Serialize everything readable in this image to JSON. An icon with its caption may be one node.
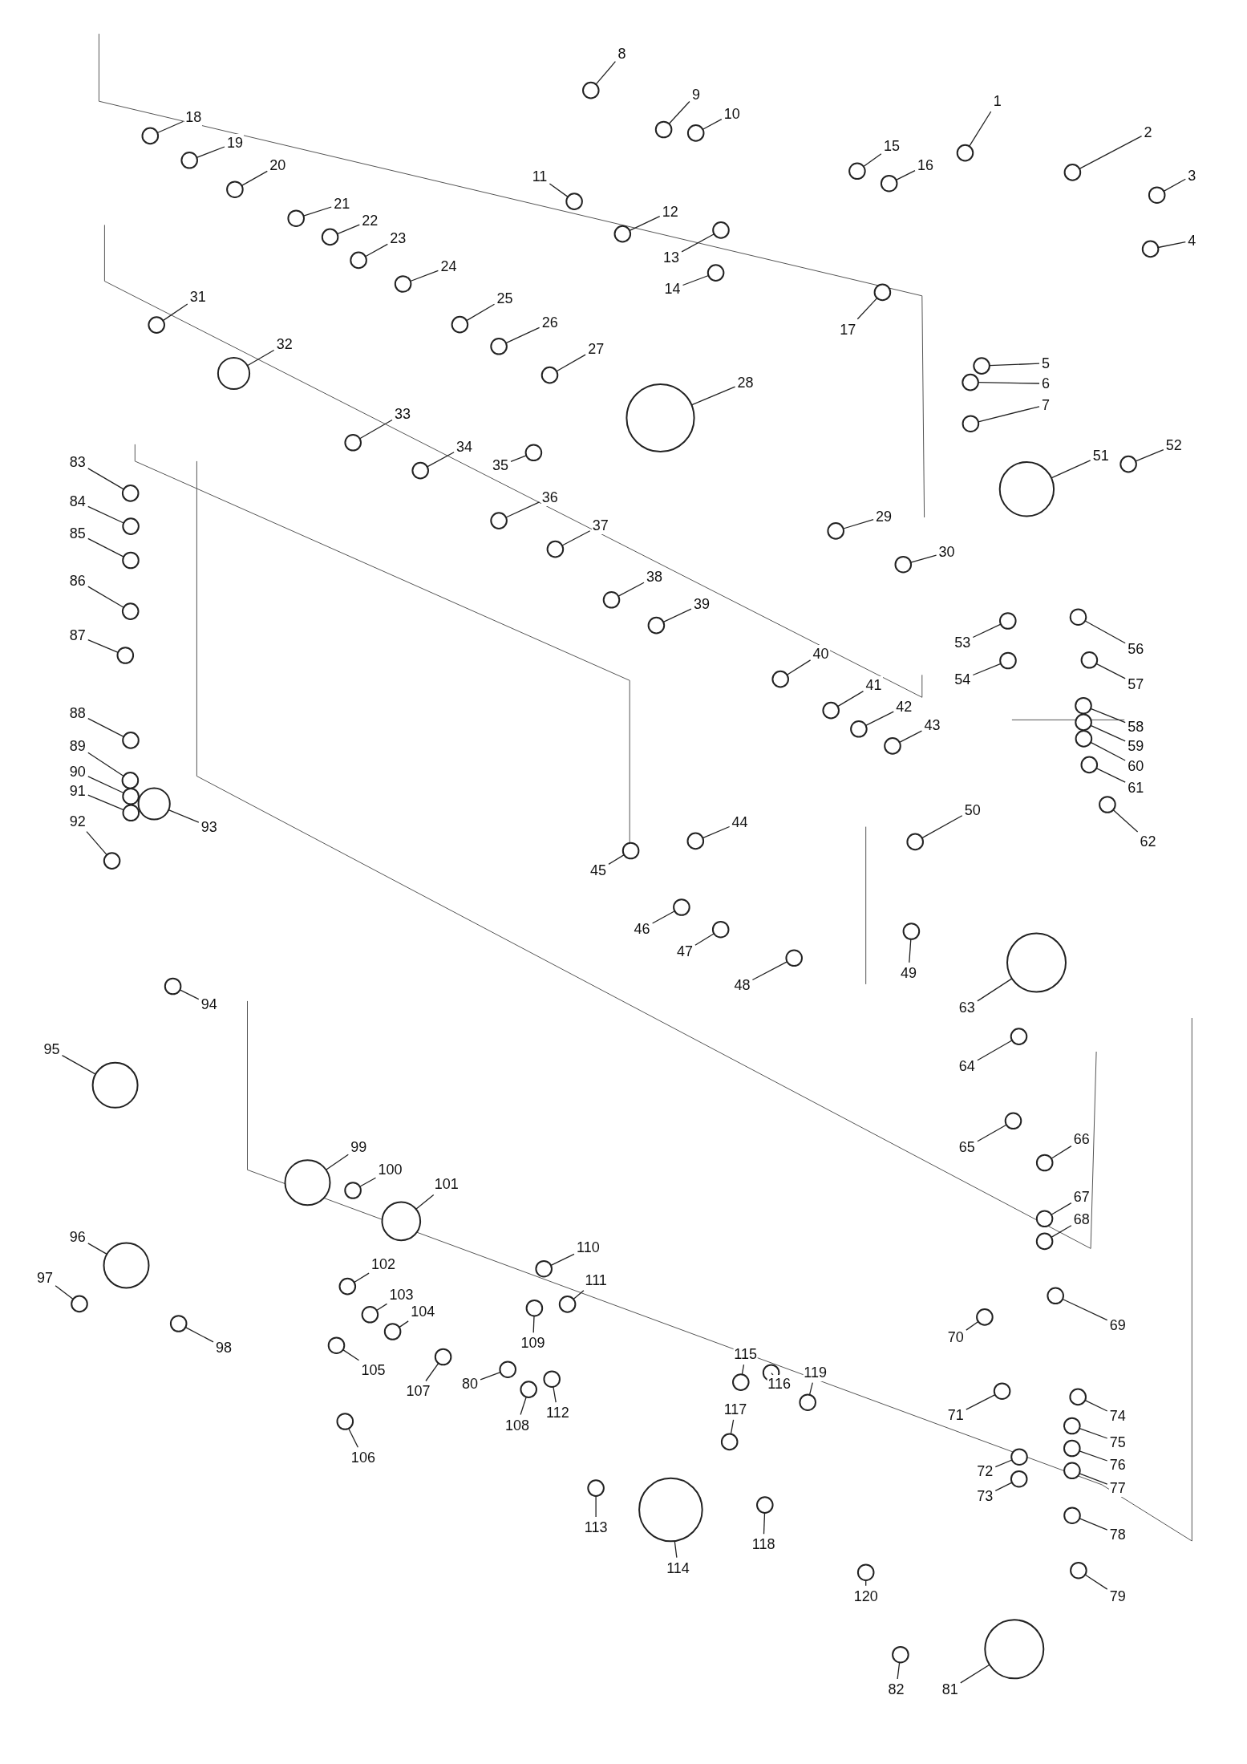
{
  "diagram": {
    "nodes": [
      {
        "text": [
          "1"
        ]
      },
      {
        "text": [
          "2"
        ]
      },
      {
        "text": [
          "3"
        ]
      },
      {
        "text": [
          "4"
        ]
      },
      {
        "text": [
          "5"
        ]
      },
      {
        "text": [
          "6"
        ]
      },
      {
        "text": [
          "7"
        ]
      },
      {
        "text": [
          "8"
        ]
      },
      {
        "text": [
          "9"
        ]
      },
      {
        "text": [
          "10"
        ]
      },
      {
        "text": [
          "11"
        ]
      },
      {
        "text": [
          "12"
        ]
      },
      {
        "text": [
          "13"
        ]
      },
      {
        "text": [
          "14"
        ]
      },
      {
        "text": [
          "15"
        ]
      },
      {
        "text": [
          "16"
        ]
      },
      {
        "text": [
          "17"
        ]
      },
      {
        "text": [
          "18"
        ]
      },
      {
        "text": [
          "19"
        ]
      },
      {
        "text": [
          "20"
        ]
      },
      {
        "text": [
          "21"
        ]
      },
      {
        "text": [
          "22"
        ]
      },
      {
        "text": [
          "23"
        ]
      },
      {
        "text": [
          "24"
        ]
      },
      {
        "text": [
          "25"
        ]
      },
      {
        "text": [
          "26"
        ]
      },
      {
        "text": [
          "27"
        ]
      },
      {
        "text": [
          "28"
        ]
      },
      {
        "text": [
          "29"
        ]
      },
      {
        "text": [
          "30"
        ]
      },
      {
        "text": [
          "31"
        ]
      },
      {
        "text": [
          "32"
        ]
      },
      {
        "text": [
          "33"
        ]
      },
      {
        "text": [
          "34"
        ]
      },
      {
        "text": [
          "35"
        ]
      },
      {
        "text": [
          "36"
        ]
      },
      {
        "text": [
          "37"
        ]
      },
      {
        "text": [
          "38"
        ]
      },
      {
        "text": [
          "39"
        ]
      },
      {
        "text": [
          "40"
        ]
      },
      {
        "text": [
          "41"
        ]
      },
      {
        "text": [
          "42"
        ]
      },
      {
        "text": [
          "43"
        ]
      },
      {
        "text": [
          "44"
        ]
      },
      {
        "text": [
          "45"
        ]
      },
      {
        "text": [
          "46"
        ]
      },
      {
        "text": [
          "47"
        ]
      },
      {
        "text": [
          "48"
        ]
      },
      {
        "text": [
          "49"
        ]
      },
      {
        "text": [
          "50"
        ]
      },
      {
        "text": [
          "51"
        ]
      },
      {
        "text": [
          "52"
        ]
      },
      {
        "text": [
          "53"
        ]
      },
      {
        "text": [
          "54"
        ]
      },
      {
        "text": [
          "56"
        ]
      },
      {
        "text": [
          "57"
        ]
      },
      {
        "text": [
          "58"
        ]
      },
      {
        "text": [
          "59"
        ]
      },
      {
        "text": [
          "60"
        ]
      },
      {
        "text": [
          "61"
        ]
      },
      {
        "text": [
          "62"
        ]
      },
      {
        "text": [
          "63"
        ]
      },
      {
        "text": [
          "64"
        ]
      },
      {
        "text": [
          "65"
        ]
      },
      {
        "text": [
          "66"
        ]
      },
      {
        "text": [
          "67"
        ]
      },
      {
        "text": [
          "68"
        ]
      },
      {
        "text": [
          "69"
        ]
      },
      {
        "text": [
          "70"
        ]
      },
      {
        "text": [
          "71"
        ]
      },
      {
        "text": [
          "72"
        ]
      },
      {
        "text": [
          "73"
        ]
      },
      {
        "text": [
          "74"
        ]
      },
      {
        "text": [
          "75"
        ]
      },
      {
        "text": [
          "76"
        ]
      },
      {
        "text": [
          "77"
        ]
      },
      {
        "text": [
          "78"
        ]
      },
      {
        "text": [
          "79"
        ]
      },
      {
        "text": [
          "80"
        ]
      },
      {
        "text": [
          "81"
        ]
      },
      {
        "text": [
          "82"
        ]
      },
      {
        "text": [
          "83"
        ]
      },
      {
        "text": [
          "84"
        ]
      },
      {
        "text": [
          "85"
        ]
      },
      {
        "text": [
          "86"
        ]
      },
      {
        "text": [
          "87"
        ]
      },
      {
        "text": [
          "88"
        ]
      },
      {
        "text": [
          "89"
        ]
      },
      {
        "text": [
          "90"
        ]
      },
      {
        "text": [
          "91"
        ]
      },
      {
        "text": [
          "92"
        ]
      },
      {
        "text": [
          "93"
        ]
      },
      {
        "text": [
          "94"
        ]
      },
      {
        "text": [
          "95"
        ]
      },
      {
        "text": [
          "96"
        ]
      },
      {
        "text": [
          "97"
        ]
      },
      {
        "text": [
          "98"
        ]
      },
      {
        "text": [
          "99"
        ]
      },
      {
        "text": [
          "100"
        ]
      },
      {
        "text": [
          "101"
        ]
      },
      {
        "text": [
          "102"
        ]
      },
      {
        "text": [
          "103"
        ]
      },
      {
        "text": [
          "104"
        ]
      },
      {
        "text": [
          "105"
        ]
      },
      {
        "text": [
          "106"
        ]
      },
      {
        "text": [
          "107"
        ]
      },
      {
        "text": [
          "108"
        ]
      },
      {
        "text": [
          "109"
        ]
      },
      {
        "text": [
          "110"
        ]
      },
      {
        "text": [
          "111"
        ]
      },
      {
        "text": [
          "112"
        ]
      },
      {
        "text": [
          "113"
        ]
      },
      {
        "text": [
          "114"
        ]
      },
      {
        "text": [
          "115"
        ]
      },
      {
        "text": [
          "116"
        ]
      },
      {
        "text": [
          "117"
        ]
      },
      {
        "text": [
          "118"
        ]
      },
      {
        "text": [
          "119"
        ]
      },
      {
        "text": [
          "120"
        ]
      },
      {
        "text": [],
        "shape": "circle"
      },
      {
        "text": [],
        "shape": "circle"
      },
      {
        "text": [],
        "shape": "circle"
      },
      {
        "text": [],
        "shape": "circle"
      },
      {
        "text": [],
        "shape": "circle"
      },
      {
        "text": [],
        "shape": "circle"
      },
      {
        "text": [],
        "shape": "circle"
      },
      {
        "text": [],
        "shape": "circle"
      },
      {
        "text": [],
        "shape": "circle"
      },
      {
        "text": [],
        "shape": "circle"
      },
      {
        "text": [],
        "shape": "circle"
      },
      {
        "text": [],
        "shape": "circle"
      },
      {
        "text": [],
        "shape": "circle"
      },
      {
        "text": [],
        "shape": "circle"
      },
      {
        "text": [],
        "shape": "circle"
      },
      {
        "text": [],
        "shape": "circle"
      },
      {
        "text": [],
        "shape": "circle"
      },
      {
        "text": [],
        "shape": "circle"
      },
      {
        "text": [],
        "shape": "circle"
      },
      {
        "text": [],
        "shape": "circle"
      },
      {
        "text": [],
        "shape": "circle"
      },
      {
        "text": [],
        "shape": "circle"
      },
      {
        "text": [],
        "shape": "circle"
      },
      {
        "text": [],
        "shape": "circle"
      },
      {
        "text": [],
        "shape": "circle"
      },
      {
        "text": [],
        "shape": "circle"
      },
      {
        "text": [],
        "shape": "circle"
      },
      {
        "text": [],
        "shape": "circle"
      },
      {
        "text": [],
        "shape": "circle"
      },
      {
        "text": [],
        "shape": "circle"
      },
      {
        "text": [],
        "shape": "circle"
      },
      {
        "text": [],
        "shape": "circle"
      },
      {
        "text": [],
        "shape": "circle"
      },
      {
        "text": [],
        "shape": "circle"
      },
      {
        "text": [],
        "shape": "circle"
      },
      {
        "text": [],
        "shape": "circle"
      },
      {
        "text": [],
        "shape": "circle"
      },
      {
        "text": [],
        "shape": "circle"
      },
      {
        "text": [],
        "shape": "circle"
      },
      {
        "text": [],
        "shape": "circle"
      },
      {
        "text": [],
        "shape": "circle"
      },
      {
        "text": [],
        "shape": "circle"
      },
      {
        "text": [],
        "shape": "circle"
      },
      {
        "text": [],
        "shape": "circle"
      },
      {
        "text": [],
        "shape": "circle"
      },
      {
        "text": [],
        "shape": "circle"
      },
      {
        "text": [],
        "shape": "circle"
      },
      {
        "text": [],
        "shape": "circle"
      },
      {
        "text": [],
        "shape": "circle"
      },
      {
        "text": [],
        "shape": "circle"
      },
      {
        "text": [],
        "shape": "circle"
      },
      {
        "text": [],
        "shape": "circle"
      },
      {
        "text": [],
        "shape": "circle"
      },
      {
        "text": [],
        "shape": "circle"
      },
      {
        "text": [],
        "shape": "circle"
      },
      {
        "text": [],
        "shape": "circle"
      },
      {
        "text": [],
        "shape": "circle"
      },
      {
        "text": [],
        "shape": "circle"
      },
      {
        "text": [],
        "shape": "circle"
      },
      {
        "text": [],
        "shape": "circle"
      },
      {
        "text": [],
        "shape": "circle"
      },
      {
        "text": [],
        "shape": "circle"
      },
      {
        "text": [],
        "shape": "circle"
      },
      {
        "text": [],
        "shape": "circle"
      },
      {
        "text": [],
        "shape": "circle"
      },
      {
        "text": [],
        "shape": "circle"
      },
      {
        "text": [],
        "shape": "circle"
      },
      {
        "text": [],
        "shape": "circle"
      },
      {
        "text": [],
        "shape": "circle"
      },
      {
        "text": [],
        "shape": "circle"
      },
      {
        "text": [],
        "shape": "circle"
      },
      {
        "text": [],
        "shape": "circle"
      },
      {
        "text": [],
        "shape": "circle"
      },
      {
        "text": [],
        "shape": "circle"
      },
      {
        "text": [],
        "shape": "circle"
      },
      {
        "text": [],
        "shape": "circle"
      },
      {
        "text": [],
        "shape": "circle"
      },
      {
        "text": [],
        "shape": "circle"
      },
      {
        "text": [],
        "shape": "circle"
      },
      {
        "text": [],
        "shape": "circle"
      },
      {
        "text": [],
        "shape": "circle"
      },
      {
        "text": [],
        "shape": "circle"
      },
      {
        "text": [],
        "shape": "circle"
      },
      {
        "text": [],
        "shape": "circle"
      },
      {
        "text": [],
        "shape": "circle"
      },
      {
        "text": [],
        "shape": "circle"
      },
      {
        "text": [],
        "shape": "circle"
      },
      {
        "text": [],
        "shape": "circle"
      },
      {
        "text": [],
        "shape": "circle"
      },
      {
        "text": [],
        "shape": "circle"
      },
      {
        "text": [],
        "shape": "circle"
      },
      {
        "text": [],
        "shape": "circle"
      },
      {
        "text": [],
        "shape": "circle"
      },
      {
        "text": [],
        "shape": "circle"
      },
      {
        "text": [],
        "shape": "circle"
      },
      {
        "text": [],
        "shape": "circle"
      },
      {
        "text": [],
        "shape": "circle"
      },
      {
        "text": [],
        "shape": "circle"
      },
      {
        "text": [],
        "shape": "circle"
      },
      {
        "text": [],
        "shape": "circle"
      },
      {
        "text": [],
        "shape": "circle"
      },
      {
        "text": [],
        "shape": "circle"
      },
      {
        "text": [],
        "shape": "circle"
      },
      {
        "text": [],
        "shape": "circle"
      },
      {
        "text": [],
        "shape": "circle"
      },
      {
        "text": [],
        "shape": "circle"
      },
      {
        "text": [],
        "shape": "circle"
      },
      {
        "text": [],
        "shape": "circle"
      },
      {
        "text": [],
        "shape": "circle"
      },
      {
        "text": [],
        "shape": "circle"
      },
      {
        "text": [],
        "shape": "circle"
      },
      {
        "text": [],
        "shape": "circle"
      },
      {
        "text": [],
        "shape": "circle"
      },
      {
        "text": [],
        "shape": "circle"
      },
      {
        "text": [],
        "shape": "circle"
      },
      {
        "text": [],
        "shape": "circle"
      },
      {
        "text": [],
        "shape": "circle"
      },
      {
        "text": [],
        "shape": "circle"
      },
      {
        "text": [],
        "shape": "circle"
      }
    ],
    "edges": [
      {
        "from": 0,
        "to": 119,
        "arrow": "none"
      },
      {
        "from": 1,
        "to": 120,
        "arrow": "none"
      },
      {
        "from": 2,
        "to": 121,
        "arrow": "none"
      },
      {
        "from": 3,
        "to": 122,
        "arrow": "none"
      },
      {
        "from": 4,
        "to": 123,
        "arrow": "none"
      },
      {
        "from": 5,
        "to": 124,
        "arrow": "none"
      },
      {
        "from": 6,
        "to": 125,
        "arrow": "none"
      },
      {
        "from": 7,
        "to": 126,
        "arrow": "none"
      },
      {
        "from": 8,
        "to": 127,
        "arrow": "none"
      },
      {
        "from": 9,
        "to": 128,
        "arrow": "none"
      },
      {
        "from": 10,
        "to": 129,
        "arrow": "none"
      },
      {
        "from": 11,
        "to": 130,
        "arrow": "none"
      },
      {
        "from": 12,
        "to": 131,
        "arrow": "none"
      },
      {
        "from": 13,
        "to": 132,
        "arrow": "none"
      },
      {
        "from": 14,
        "to": 133,
        "arrow": "none"
      },
      {
        "from": 15,
        "to": 134,
        "arrow": "none"
      },
      {
        "from": 16,
        "to": 135,
        "arrow": "none"
      },
      {
        "from": 17,
        "to": 136,
        "arrow": "none"
      },
      {
        "from": 18,
        "to": 137,
        "arrow": "none"
      },
      {
        "from": 19,
        "to": 138,
        "arrow": "none"
      },
      {
        "from": 20,
        "to": 139,
        "arrow": "none"
      },
      {
        "from": 21,
        "to": 140,
        "arrow": "none"
      },
      {
        "from": 22,
        "to": 141,
        "arrow": "none"
      },
      {
        "from": 23,
        "to": 142,
        "arrow": "none"
      },
      {
        "from": 24,
        "to": 143,
        "arrow": "none"
      },
      {
        "from": 25,
        "to": 144,
        "arrow": "none"
      },
      {
        "from": 26,
        "to": 145,
        "arrow": "none"
      },
      {
        "from": 27,
        "to": 146,
        "arrow": "none"
      },
      {
        "from": 28,
        "to": 147,
        "arrow": "none"
      },
      {
        "from": 29,
        "to": 148,
        "arrow": "none"
      },
      {
        "from": 30,
        "to": 149,
        "arrow": "none"
      },
      {
        "from": 31,
        "to": 150,
        "arrow": "none"
      },
      {
        "from": 32,
        "to": 151,
        "arrow": "none"
      },
      {
        "from": 33,
        "to": 152,
        "arrow": "none"
      },
      {
        "from": 34,
        "to": 153,
        "arrow": "none"
      },
      {
        "from": 35,
        "to": 154,
        "arrow": "none"
      },
      {
        "from": 36,
        "to": 155,
        "arrow": "none"
      },
      {
        "from": 37,
        "to": 156,
        "arrow": "none"
      },
      {
        "from": 38,
        "to": 157,
        "arrow": "none"
      },
      {
        "from": 39,
        "to": 158,
        "arrow": "none"
      },
      {
        "from": 40,
        "to": 159,
        "arrow": "none"
      },
      {
        "from": 41,
        "to": 160,
        "arrow": "none"
      },
      {
        "from": 42,
        "to": 161,
        "arrow": "none"
      },
      {
        "from": 43,
        "to": 162,
        "arrow": "none"
      },
      {
        "from": 44,
        "to": 163,
        "arrow": "none"
      },
      {
        "from": 45,
        "to": 164,
        "arrow": "none"
      },
      {
        "from": 46,
        "to": 165,
        "arrow": "none"
      },
      {
        "from": 47,
        "to": 166,
        "arrow": "none"
      },
      {
        "from": 48,
        "to": 167,
        "arrow": "none"
      },
      {
        "from": 49,
        "to": 168,
        "arrow": "none"
      },
      {
        "from": 50,
        "to": 169,
        "arrow": "none"
      },
      {
        "from": 51,
        "to": 170,
        "arrow": "none"
      },
      {
        "from": 52,
        "to": 171,
        "arrow": "none"
      },
      {
        "from": 53,
        "to": 172,
        "arrow": "none"
      },
      {
        "from": 54,
        "to": 173,
        "arrow": "none"
      },
      {
        "from": 55,
        "to": 174,
        "arrow": "none"
      },
      {
        "from": 56,
        "to": 175,
        "arrow": "none"
      },
      {
        "from": 57,
        "to": 176,
        "arrow": "none"
      },
      {
        "from": 58,
        "to": 177,
        "arrow": "none"
      },
      {
        "from": 59,
        "to": 178,
        "arrow": "none"
      },
      {
        "from": 60,
        "to": 179,
        "arrow": "none"
      },
      {
        "from": 61,
        "to": 180,
        "arrow": "none"
      },
      {
        "from": 62,
        "to": 181,
        "arrow": "none"
      },
      {
        "from": 63,
        "to": 182,
        "arrow": "none"
      },
      {
        "from": 64,
        "to": 183,
        "arrow": "none"
      },
      {
        "from": 65,
        "to": 184,
        "arrow": "none"
      },
      {
        "from": 66,
        "to": 185,
        "arrow": "none"
      },
      {
        "from": 67,
        "to": 186,
        "arrow": "none"
      },
      {
        "from": 68,
        "to": 187,
        "arrow": "none"
      },
      {
        "from": 69,
        "to": 188,
        "arrow": "none"
      },
      {
        "from": 70,
        "to": 189,
        "arrow": "none"
      },
      {
        "from": 71,
        "to": 190,
        "arrow": "none"
      },
      {
        "from": 72,
        "to": 191,
        "arrow": "none"
      },
      {
        "from": 73,
        "to": 192,
        "arrow": "none"
      },
      {
        "from": 74,
        "to": 193,
        "arrow": "none"
      },
      {
        "from": 75,
        "to": 194,
        "arrow": "none"
      },
      {
        "from": 76,
        "to": 195,
        "arrow": "none"
      },
      {
        "from": 77,
        "to": 196,
        "arrow": "none"
      },
      {
        "from": 78,
        "to": 197,
        "arrow": "none"
      },
      {
        "from": 79,
        "to": 198,
        "arrow": "none"
      },
      {
        "from": 80,
        "to": 199,
        "arrow": "none"
      },
      {
        "from": 81,
        "to": 200,
        "arrow": "none"
      },
      {
        "from": 82,
        "to": 201,
        "arrow": "none"
      },
      {
        "from": 83,
        "to": 202,
        "arrow": "none"
      },
      {
        "from": 84,
        "to": 203,
        "arrow": "none"
      },
      {
        "from": 85,
        "to": 204,
        "arrow": "none"
      },
      {
        "from": 86,
        "to": 205,
        "arrow": "none"
      },
      {
        "from": 87,
        "to": 206,
        "arrow": "none"
      },
      {
        "from": 88,
        "to": 207,
        "arrow": "none"
      },
      {
        "from": 89,
        "to": 208,
        "arrow": "none"
      },
      {
        "from": 90,
        "to": 209,
        "arrow": "none"
      },
      {
        "from": 91,
        "to": 210,
        "arrow": "none"
      },
      {
        "from": 92,
        "to": 211,
        "arrow": "none"
      },
      {
        "from": 93,
        "to": 212,
        "arrow": "none"
      },
      {
        "from": 94,
        "to": 213,
        "arrow": "none"
      },
      {
        "from": 95,
        "to": 214,
        "arrow": "none"
      },
      {
        "from": 96,
        "to": 215,
        "arrow": "none"
      },
      {
        "from": 97,
        "to": 216,
        "arrow": "none"
      },
      {
        "from": 98,
        "to": 217,
        "arrow": "none"
      },
      {
        "from": 99,
        "to": 218,
        "arrow": "none"
      },
      {
        "from": 100,
        "to": 219,
        "arrow": "none"
      },
      {
        "from": 101,
        "to": 220,
        "arrow": "none"
      },
      {
        "from": 102,
        "to": 221,
        "arrow": "none"
      },
      {
        "from": 103,
        "to": 222,
        "arrow": "none"
      },
      {
        "from": 104,
        "to": 223,
        "arrow": "none"
      },
      {
        "from": 105,
        "to": 224,
        "arrow": "none"
      },
      {
        "from": 106,
        "to": 225,
        "arrow": "none"
      },
      {
        "from": 107,
        "to": 226,
        "arrow": "none"
      },
      {
        "from": 108,
        "to": 227,
        "arrow": "none"
      },
      {
        "from": 109,
        "to": 228,
        "arrow": "none"
      },
      {
        "from": 110,
        "to": 229,
        "arrow": "none"
      },
      {
        "from": 111,
        "to": 230,
        "arrow": "none"
      },
      {
        "from": 112,
        "to": 231,
        "arrow": "none"
      },
      {
        "from": 113,
        "to": 232,
        "arrow": "none"
      },
      {
        "from": 114,
        "to": 233,
        "arrow": "none"
      },
      {
        "from": 115,
        "to": 234,
        "arrow": "none"
      },
      {
        "from": 116,
        "to": 235,
        "arrow": "none"
      },
      {
        "from": 117,
        "to": 236,
        "arrow": "none"
      },
      {
        "from": 118,
        "to": 237,
        "arrow": "none"
      }
    ]
  }
}
